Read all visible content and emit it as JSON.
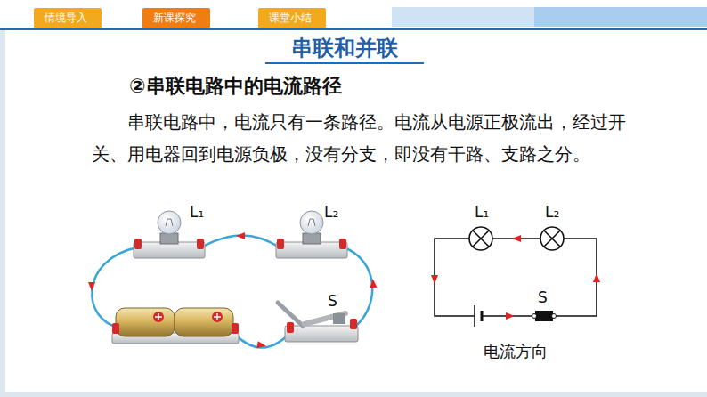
{
  "diagram": {
    "title": "串联和并联",
    "caption": "电流方向",
    "nodes": [
      {
        "text": [
          "情境导入"
        ]
      },
      {
        "text": [
          "新课探究"
        ]
      },
      {
        "text": [
          "课堂小结"
        ]
      }
    ],
    "labels": [
      "②串联电路中的电流路径",
      "串联电路中，电流只有一条路径。电流从电源正极流出，经过开关、用电器回到电源负极，没有分支，即没有干路、支路之分。",
      "L₁",
      "L₂",
      "S",
      "L₁",
      "L₂",
      "S"
    ]
  }
}
